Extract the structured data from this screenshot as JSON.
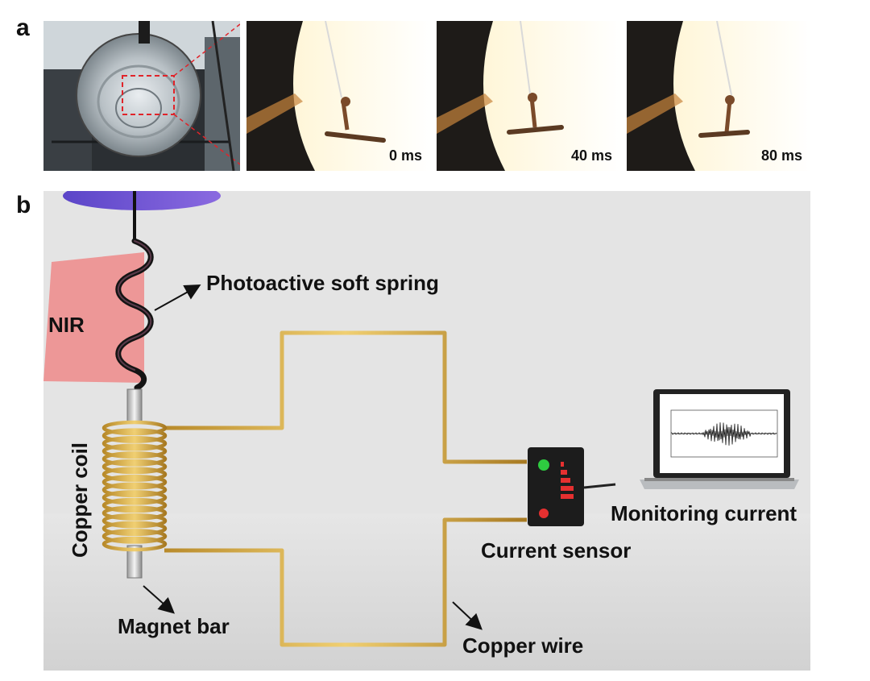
{
  "panels": {
    "a": {
      "letter": "a"
    },
    "b": {
      "letter": "b"
    }
  },
  "frames": [
    {
      "time": "0 ms"
    },
    {
      "time": "40 ms"
    },
    {
      "time": "80 ms"
    }
  ],
  "labels": {
    "spring": "Photoactive soft spring",
    "nir": "NIR",
    "coil": "Copper coil",
    "magnet": "Magnet bar",
    "sensor": "Current sensor",
    "monitor": "Monitoring current",
    "wire": "Copper wire"
  },
  "colors": {
    "copper": "#d4a640",
    "nir": "#ef8a8a",
    "laser_disc": "#6a4fd6"
  }
}
